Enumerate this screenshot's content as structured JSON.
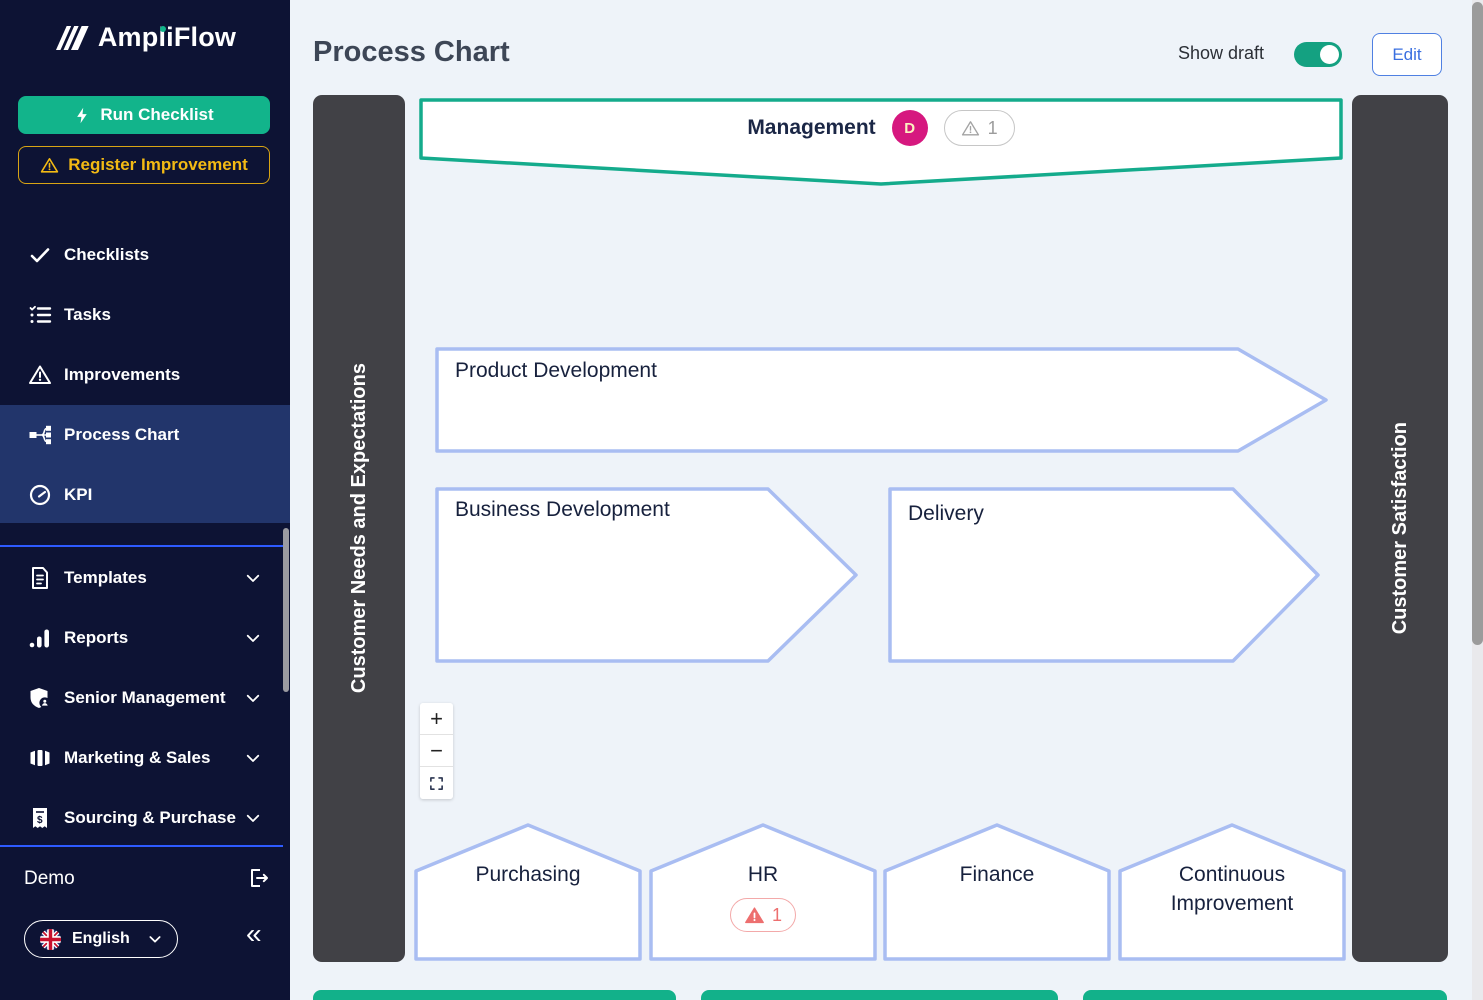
{
  "sidebar": {
    "logo_text": "AmpliFlow",
    "run_checklist": "Run Checklist",
    "register_improvement": "Register Improvement",
    "nav_items": [
      {
        "label": "Checklists",
        "icon": "check-icon"
      },
      {
        "label": "Tasks",
        "icon": "tasks-icon"
      },
      {
        "label": "Improvements",
        "icon": "warning-triangle-icon"
      },
      {
        "label": "Process Chart",
        "icon": "flow-icon",
        "active": true
      },
      {
        "label": "KPI",
        "icon": "gauge-icon",
        "active": true
      }
    ],
    "nav_groups": [
      {
        "label": "Templates",
        "icon": "document-icon"
      },
      {
        "label": "Reports",
        "icon": "bar-chart-icon"
      },
      {
        "label": "Senior Management",
        "icon": "shield-user-icon"
      },
      {
        "label": "Marketing & Sales",
        "icon": "panels-icon"
      },
      {
        "label": "Sourcing & Purchase",
        "icon": "invoice-icon"
      }
    ],
    "workspace": "Demo",
    "language": "English",
    "collapse_glyph": "«"
  },
  "header": {
    "title": "Process Chart",
    "show_draft": "Show draft",
    "draft_on": true,
    "edit": "Edit"
  },
  "diagram": {
    "left_rail": "Customer Needs and Expectations",
    "right_rail": "Customer Satisfaction",
    "management": {
      "label": "Management",
      "owner_badge": "D",
      "warning_count": "1"
    },
    "processes": [
      {
        "label": "Product Development"
      },
      {
        "label": "Business Development"
      },
      {
        "label": "Delivery"
      }
    ],
    "support_processes": [
      {
        "label": "Purchasing"
      },
      {
        "label": "HR",
        "warning_count": "1"
      },
      {
        "label": "Finance"
      },
      {
        "label": "Continuous Improvement"
      }
    ],
    "zoom": {
      "in": "+",
      "out": "−"
    }
  },
  "colors": {
    "accent_green": "#12b48b",
    "accent_yellow": "#e9b411",
    "brand_pink": "#d6187f",
    "shape_border_blue": "#a9bdf2",
    "management_border_green": "#14ab8c",
    "warning_red": "#ed6f6f",
    "sidebar_bg": "#0d1334",
    "active_nav_bg": "#22356b",
    "rail_bg": "#414146",
    "canvas_bg": "#eef3f9"
  }
}
